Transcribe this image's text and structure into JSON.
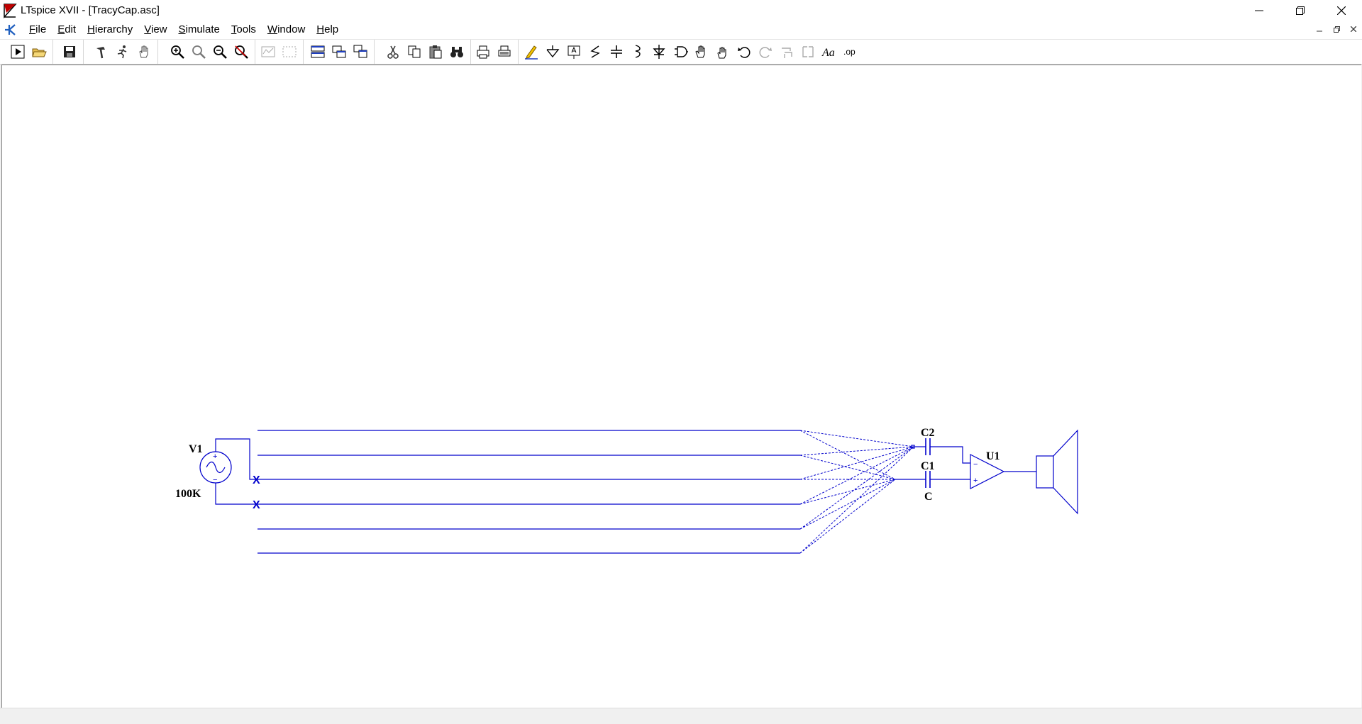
{
  "window": {
    "title": "LTspice XVII - [TracyCap.asc]"
  },
  "menu": [
    {
      "key": "F",
      "rest": "ile"
    },
    {
      "key": "E",
      "rest": "dit"
    },
    {
      "key": "H",
      "rest": "ierarchy"
    },
    {
      "key": "V",
      "rest": "iew"
    },
    {
      "key": "S",
      "rest": "imulate"
    },
    {
      "key": "T",
      "rest": "ools"
    },
    {
      "key": "W",
      "rest": "indow"
    },
    {
      "key": "H",
      "rest": "elp"
    }
  ],
  "colors": {
    "wire": "#0000cc",
    "canvas": "#ffffff",
    "chrome": "#ffffff"
  },
  "schematic": {
    "source": {
      "name": "V1",
      "value": "100K"
    },
    "cap1": {
      "name": "C1",
      "value": "C"
    },
    "cap2": {
      "name": "C2"
    },
    "opamp": {
      "name": "U1"
    },
    "noconn_mark": "X"
  }
}
